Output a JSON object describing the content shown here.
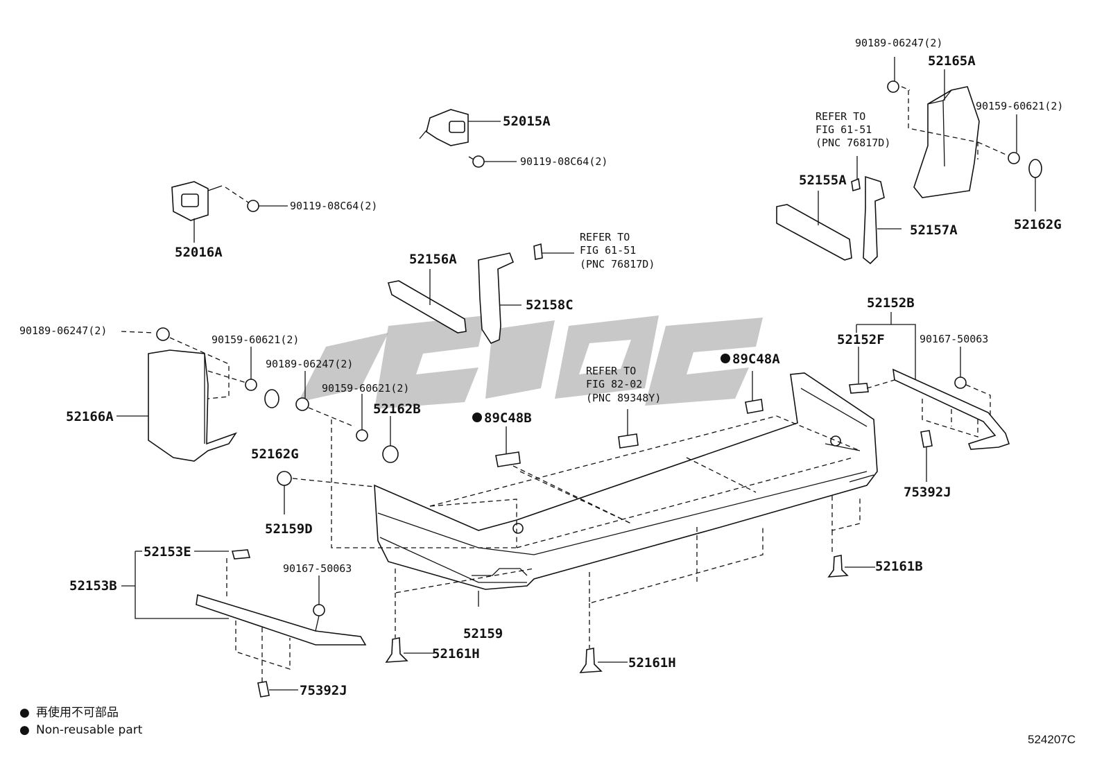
{
  "figure_code": "524207C",
  "legend": [
    {
      "symbol": "●",
      "text": "再使用不可部品"
    },
    {
      "symbol": "●",
      "text": "Non-reusable part"
    }
  ],
  "callouts": {
    "p52015A": "52015A",
    "p52016A": "52016A",
    "p90119_a": "90119-08C64(2)",
    "p90119_b": "90119-08C64(2)",
    "p52156A": "52156A",
    "p52158C": "52158C",
    "p52155A": "52155A",
    "p52157A": "52157A",
    "p52165A": "52165A",
    "p52162G_r": "52162G",
    "p52162G_l": "52162G",
    "p52162B": "52162B",
    "p52166A": "52166A",
    "p52159D": "52159D",
    "p52159": "52159",
    "p52153B": "52153B",
    "p52153E": "52153E",
    "p52152B": "52152B",
    "p52152F": "52152F",
    "p52161B": "52161B",
    "p52161H_a": "52161H",
    "p52161H_b": "52161H",
    "p75392J_l": "75392J",
    "p75392J_r": "75392J",
    "p89C48A": "89C48A",
    "p89C48B": "89C48B",
    "p90189_tr": "90189-06247(2)",
    "p90189_l": "90189-06247(2)",
    "p90189_c": "90189-06247(2)",
    "p90159_tr": "90159-60621(2)",
    "p90159_l": "90159-60621(2)",
    "p90159_c": "90159-60621(2)",
    "p90167_l": "90167-50063",
    "p90167_r": "90167-50063"
  },
  "refer_notes": {
    "tr": [
      "REFER TO",
      "FIG 61-51",
      "(PNC 76817D)"
    ],
    "mid": [
      "REFER TO",
      "FIG 61-51",
      "(PNC 76817D)"
    ],
    "center": [
      "REFER TO",
      "FIG 82-02",
      "(PNC 89348Y)"
    ]
  }
}
